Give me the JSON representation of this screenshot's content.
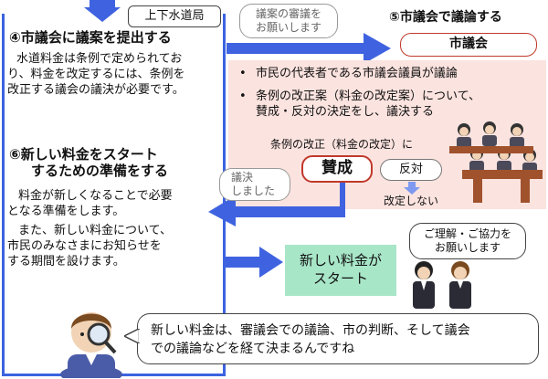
{
  "top_arrow": {
    "label": "上下水道局"
  },
  "step4": {
    "title": "④市議会に議案を提出する",
    "body": [
      "水道料金は条例で定められてお",
      "り、料金を改定するには、条例を",
      "改正する議会の議決が必要です。"
    ]
  },
  "bubble_request": {
    "lines": [
      "議案の審議を",
      "お願いします"
    ]
  },
  "step5": {
    "title": "⑤市議会で議論する",
    "council_label": "市議会",
    "bullets": [
      "市民の代表者である市議会議員が議論",
      "条例の改正案（料金の改定案）について、",
      "賛成・反対の決定をし、議決する"
    ],
    "reform_label": "条例の改正（料金の改定）に",
    "approve": "賛成",
    "oppose": "反対",
    "no_revision": "改定しない"
  },
  "bubble_resolved": {
    "lines": [
      "議決",
      "しました"
    ]
  },
  "step6": {
    "title": [
      "⑥新しい料金をスタート",
      "するための準備をする"
    ],
    "body": [
      "料金が新しくなることで必要",
      "となる準備をします。",
      "また、新しい料金について、",
      "市民のみなさまにお知らせを",
      "する期間を設けます。"
    ]
  },
  "start_box": {
    "lines": [
      "新しい料金が",
      "スタート"
    ]
  },
  "bubble_cooperation": {
    "lines": [
      "ご理解・ご協力を",
      "お願いします"
    ]
  },
  "footer": {
    "lines": [
      "新しい料金は、審議会での議論、市の判断、そして議会",
      "での議論などを経て決まるんですね"
    ]
  },
  "colors": {
    "blue": "#3b5bdb",
    "pink": "#fbe3df",
    "red": "#c0392b",
    "green": "#a8e6c8",
    "arrow_blue": "#3f63e0"
  }
}
